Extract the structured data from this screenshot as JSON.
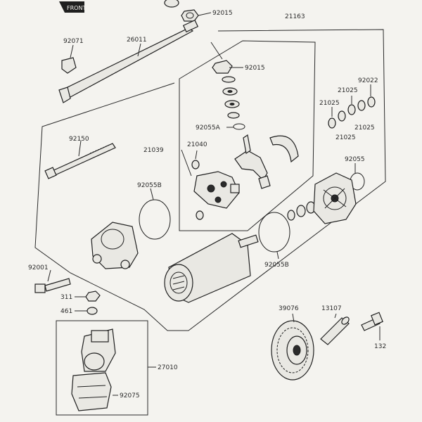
{
  "front_tag": "FRONT",
  "labels": {
    "l92015_top": "92015",
    "l92071": "92071",
    "l26011": "26011",
    "l21163": "21163",
    "l92015_mid": "92015",
    "l92022": "92022",
    "l21025_a": "21025",
    "l21025_b": "21025",
    "l21025_c": "21025",
    "l21025_d": "21025",
    "l92055A": "92055A",
    "l92150": "92150",
    "l21039": "21039",
    "l21040": "21040",
    "l92055": "92055",
    "l92055B_a": "92055B",
    "l92055B_b": "92055B",
    "l92001": "92001",
    "l311": "311",
    "l461": "461",
    "l39076": "39076",
    "l13107": "13107",
    "l132": "132",
    "l27010": "27010",
    "l92075": "92075"
  }
}
